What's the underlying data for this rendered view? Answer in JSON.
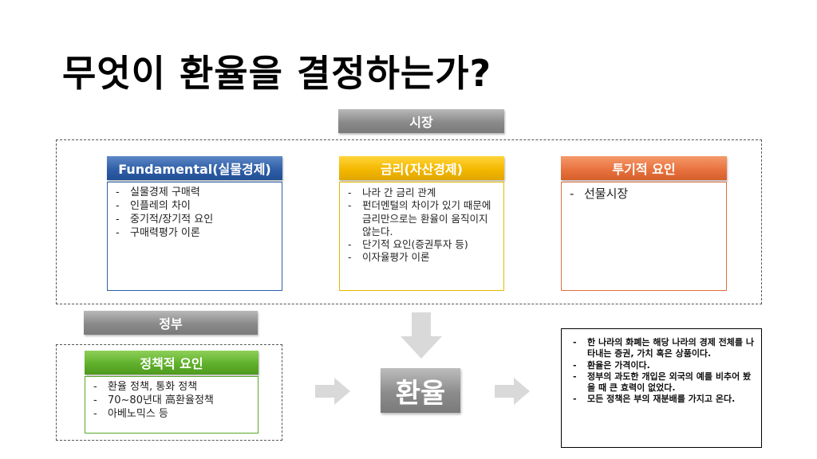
{
  "slide": {
    "title": "무엇이 환율을 결정하는가?",
    "market_label": "시장",
    "government_label": "정부",
    "center_label": "환율",
    "cards": {
      "fundamental": {
        "header": "Fundamental(실물경제)",
        "items": [
          "실물경제 구매력",
          "인플레의 차이",
          "중기적/장기적 요인",
          "구매력평가 이론"
        ]
      },
      "interest": {
        "header": "금리(자산경제)",
        "items": [
          "나라 간 금리 관계",
          "펀더멘털의 차이가 있기 때문에 금리만으로는 환율이 움직이지 않는다.",
          "단기적 요인(증권투자 등)",
          "이자율평가 이론"
        ]
      },
      "speculative": {
        "header": "투기적 요인",
        "items": [
          "선물시장"
        ]
      },
      "policy": {
        "header": "정책적 요인",
        "items": [
          "환율 정책, 통화 정책",
          "70~80년대 高환율정책",
          "아베노믹스 등"
        ]
      }
    },
    "notes": [
      "한 나라의 화폐는 해당 나라의 경제 전체를 나타내는 증권, 가치 혹은 상품이다.",
      "환율은 가격이다.",
      "정부의 과도한 개입은 외국의 예를 비추어 봤을 때 큰 효력이 없었다.",
      "모든 정책은 부의 재분배를 가지고 온다."
    ],
    "colors": {
      "blue": "#2f5fa7",
      "yellow": "#f3b800",
      "orange": "#e8733f",
      "green": "#5fb02b",
      "grey": "#8a8a8a",
      "arrow": "#d9d9d9"
    }
  }
}
